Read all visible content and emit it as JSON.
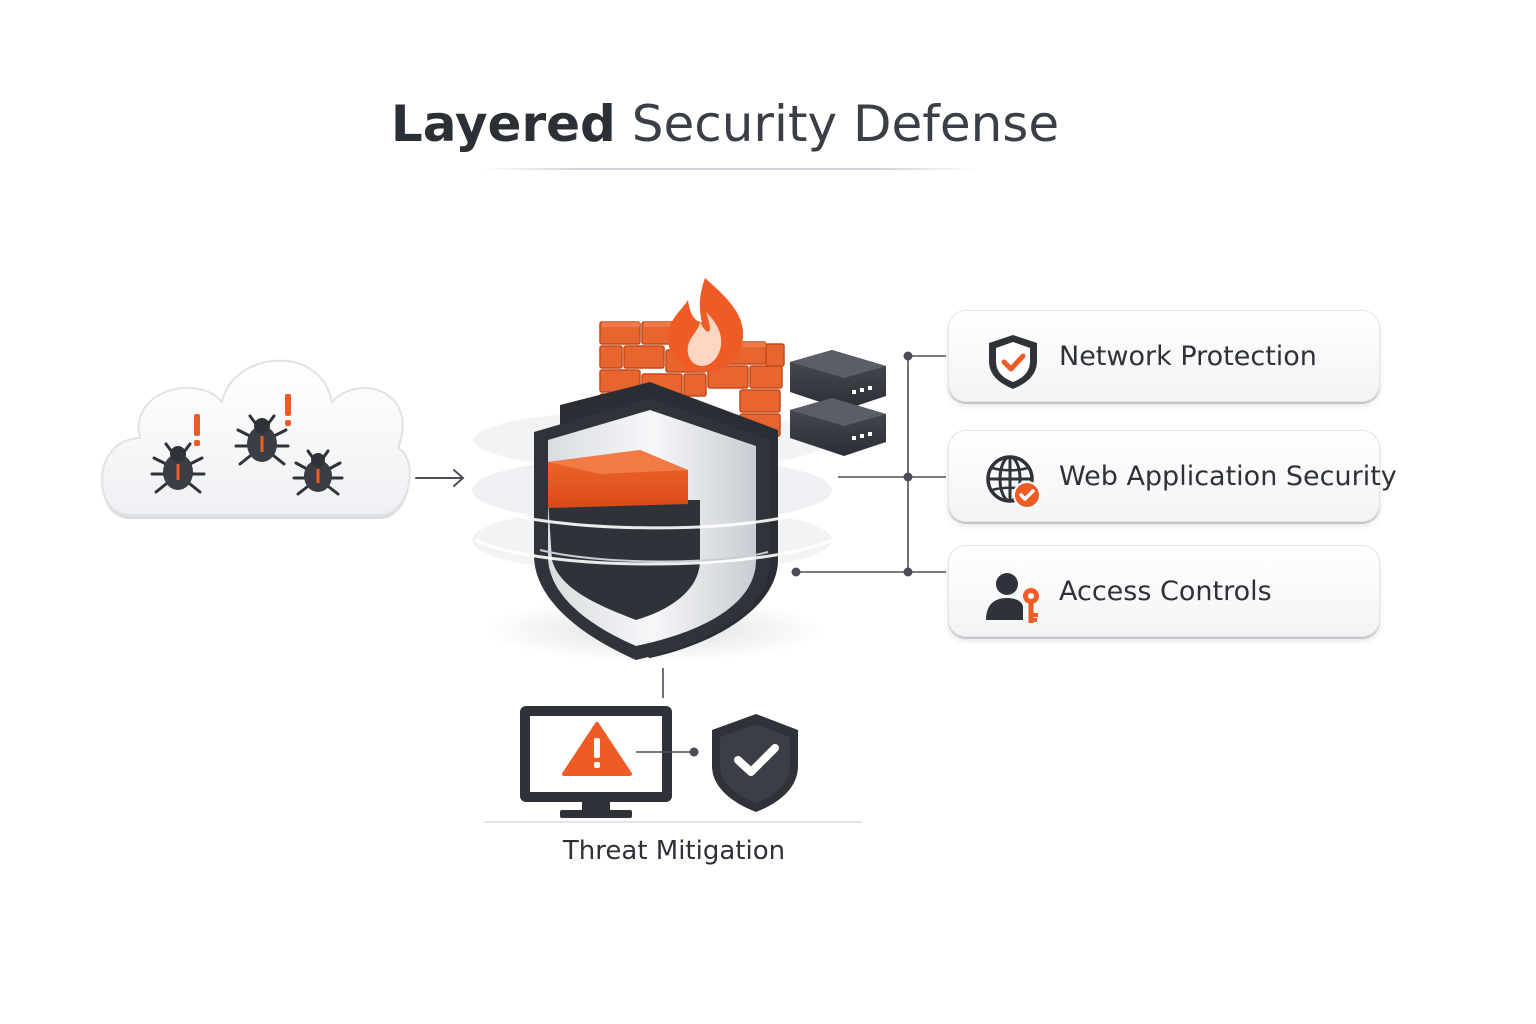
{
  "title": {
    "bold": "Layered",
    "light": "Security Defense"
  },
  "layers": [
    {
      "label": "Network Protection",
      "icon": "shield-check-icon"
    },
    {
      "label": "Web Application Security",
      "icon": "globe-check-icon"
    },
    {
      "label": "Access Controls",
      "icon": "user-key-icon"
    }
  ],
  "mitigation": {
    "label": "Threat Mitigation",
    "icons": [
      "monitor-warning-icon",
      "shield-check-icon"
    ]
  },
  "threats": {
    "icons": [
      "cloud-icon",
      "bug-icon",
      "alert-icon"
    ]
  },
  "core": {
    "icons": [
      "firewall-icon",
      "flame-icon",
      "shield-icon",
      "server-icon"
    ]
  },
  "colors": {
    "accent": "#ee5b24",
    "dark": "#2f3238",
    "text": "#2b2f36"
  }
}
